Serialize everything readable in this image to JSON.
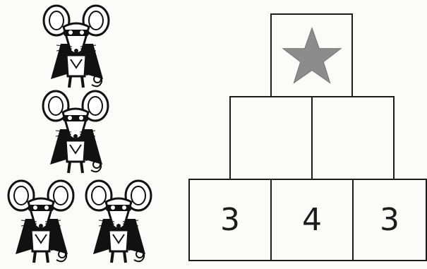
{
  "pyramid": {
    "top": {
      "symbol": "star-icon",
      "color": "#8c8c8c"
    },
    "middle": [
      "",
      ""
    ],
    "bottom": [
      "3",
      "4",
      "3"
    ]
  },
  "figures": {
    "count": 4,
    "icon": "mouse-icon"
  }
}
